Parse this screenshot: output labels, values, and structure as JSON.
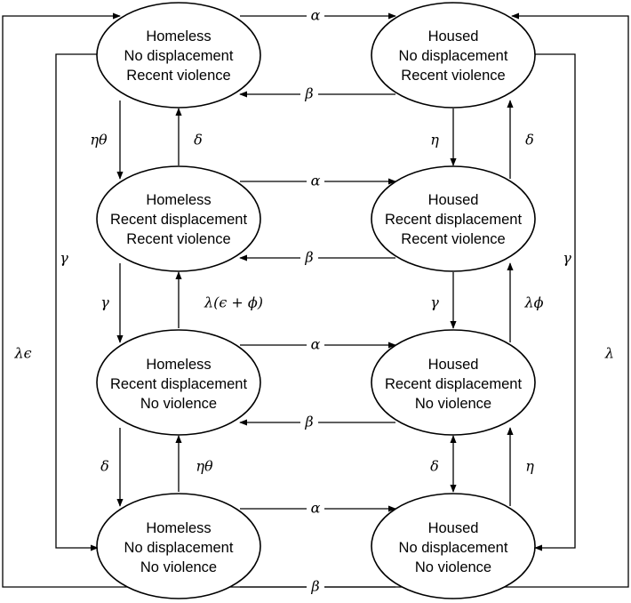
{
  "nodes": {
    "homeless_nodisp_violence": [
      "Homeless",
      "No displacement",
      "Recent violence"
    ],
    "housed_nodisp_violence": [
      "Housed",
      "No displacement",
      "Recent violence"
    ],
    "homeless_disp_violence": [
      "Homeless",
      "Recent displacement",
      "Recent violence"
    ],
    "housed_disp_violence": [
      "Housed",
      "Recent displacement",
      "Recent violence"
    ],
    "homeless_disp_noviolence": [
      "Homeless",
      "Recent displacement",
      "No violence"
    ],
    "housed_disp_noviolence": [
      "Housed",
      "Recent displacement",
      "No violence"
    ],
    "homeless_nodisp_noviolence": [
      "Homeless",
      "No displacement",
      "No violence"
    ],
    "housed_nodisp_noviolence": [
      "Housed",
      "No displacement",
      "No violence"
    ]
  },
  "labels": {
    "alpha": "α",
    "beta": "β",
    "gamma": "γ",
    "delta": "δ",
    "eta": "η",
    "eta_theta": "ηθ",
    "lambda": "λ",
    "lambda_eps": "λϵ",
    "lambda_phi": "λϕ",
    "lambda_eps_phi": "λ(ϵ + ϕ)"
  }
}
